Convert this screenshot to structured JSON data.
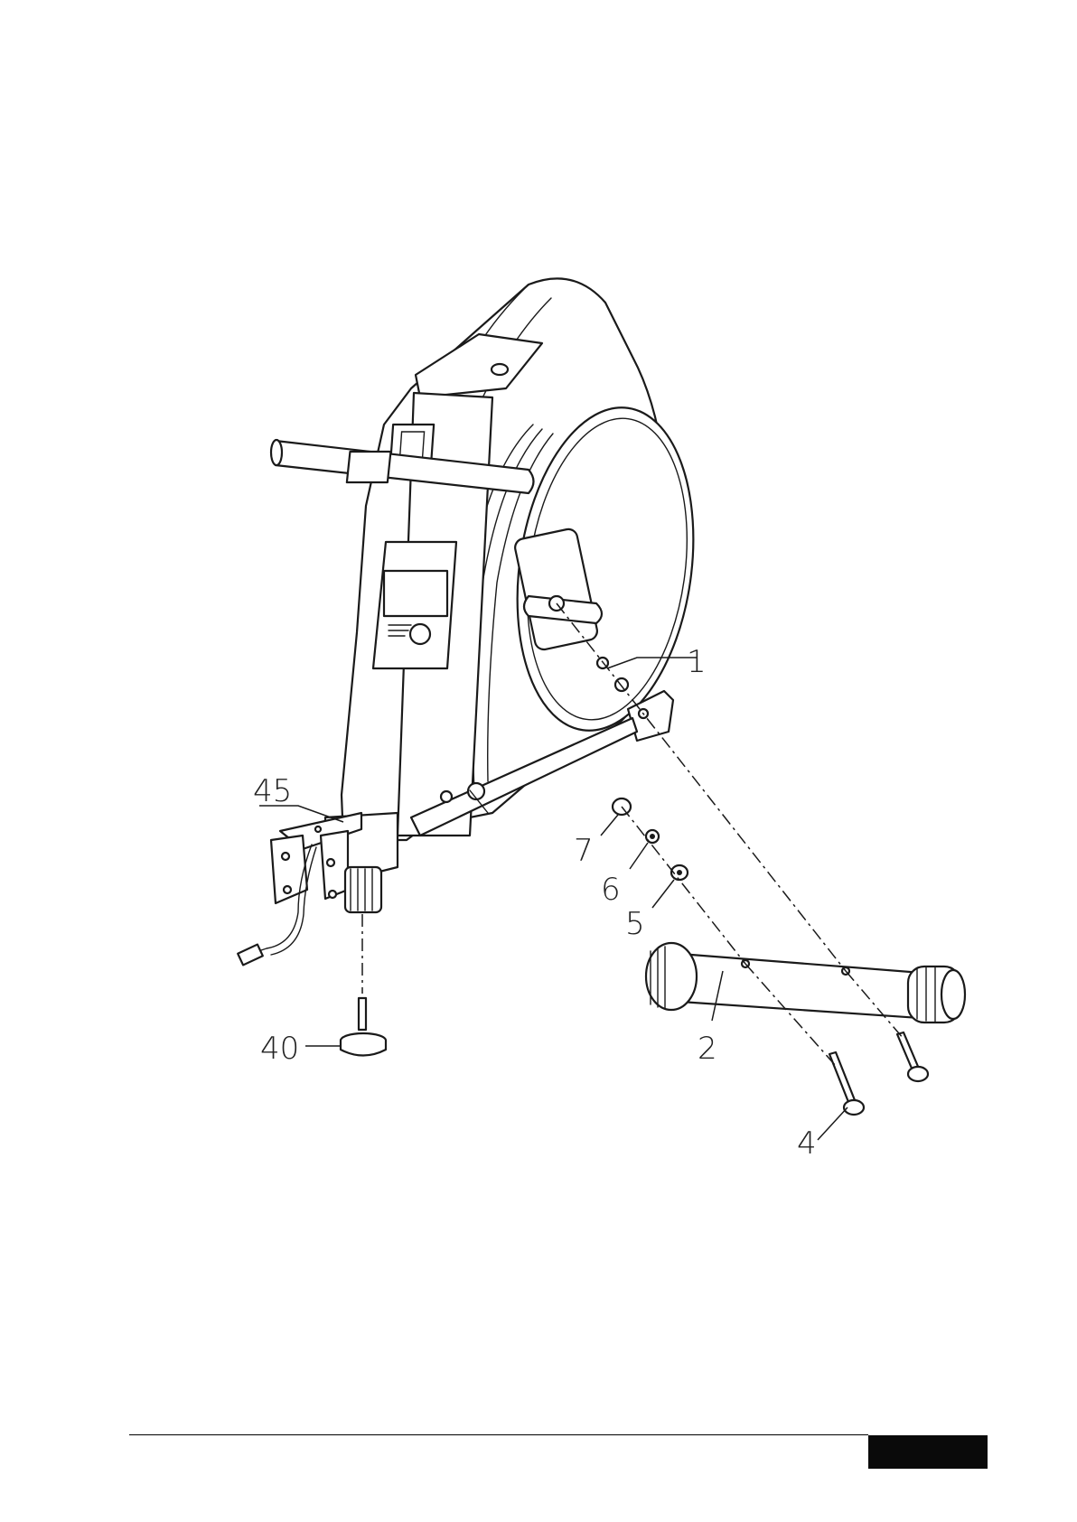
{
  "callouts": {
    "part_1": "1",
    "part_2": "2",
    "part_4": "4",
    "part_5": "5",
    "part_6": "6",
    "part_7": "7",
    "part_40": "40",
    "part_45": "45"
  }
}
